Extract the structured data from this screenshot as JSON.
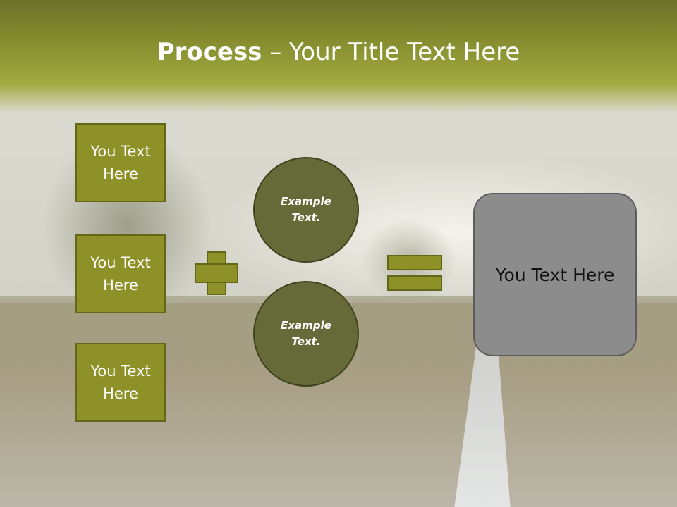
{
  "header": {
    "title_strong": "Process",
    "title_rest": " – Your Title Text Here"
  },
  "left_boxes": [
    {
      "label": "You Text Here"
    },
    {
      "label": "You Text Here"
    },
    {
      "label": "You Text Here"
    }
  ],
  "circles": [
    {
      "label": "Example Text."
    },
    {
      "label": "Example Text."
    }
  ],
  "result": {
    "label": "You Text Here"
  },
  "colors": {
    "header_green": "#8b9432",
    "box_olive": "#8e9128",
    "circle_dark_olive": "#666a38",
    "result_gray": "#8c8c8c"
  },
  "icons": {
    "plus": "plus-icon",
    "equals": "equals-icon"
  }
}
